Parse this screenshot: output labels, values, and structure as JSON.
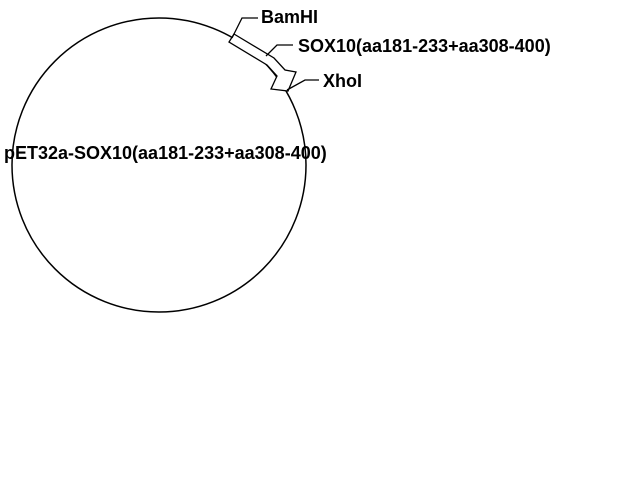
{
  "plasmid": {
    "name": "pET32a-SOX10(aa181-233+aa308-400)"
  },
  "features": {
    "site_1": "BamHI",
    "insert": "SOX10(aa181-233+aa308-400)",
    "site_2": "XhoI"
  },
  "colors": {
    "line": "#000000",
    "background": "#ffffff"
  }
}
